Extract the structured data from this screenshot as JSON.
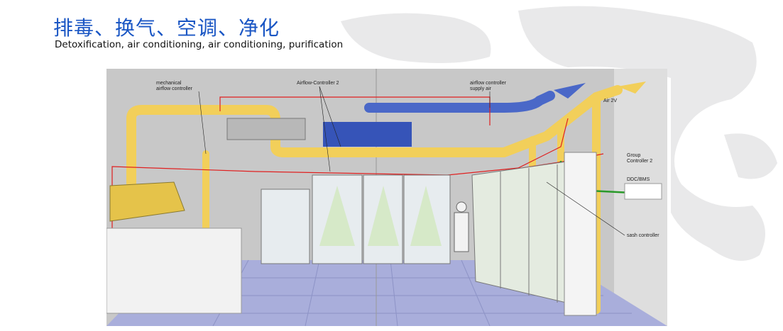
{
  "header": {
    "title": "排毒、换气、空调、净化",
    "subtitle": "Detoxification, air conditioning, air conditioning, purification"
  },
  "diagram": {
    "labels": {
      "mech1": "mechanical",
      "mech2": "airflow controller",
      "afc2": "Airflow-Controller 2",
      "sup1": "airflow controller",
      "sup2": "supply air",
      "air": "Air 2V",
      "grp1": "Group",
      "grp2": "Controller 2",
      "ddc": "DDC/BMS",
      "sash": "sash controller"
    }
  },
  "colors": {
    "title": "#1a56c4",
    "duct_exhaust": "#f2cf5a",
    "duct_supply": "#4a68c8",
    "control_line": "#e02020",
    "bus": "#2a9a2a",
    "floor": "#a9aedb",
    "wall": "#c9c9c9"
  }
}
